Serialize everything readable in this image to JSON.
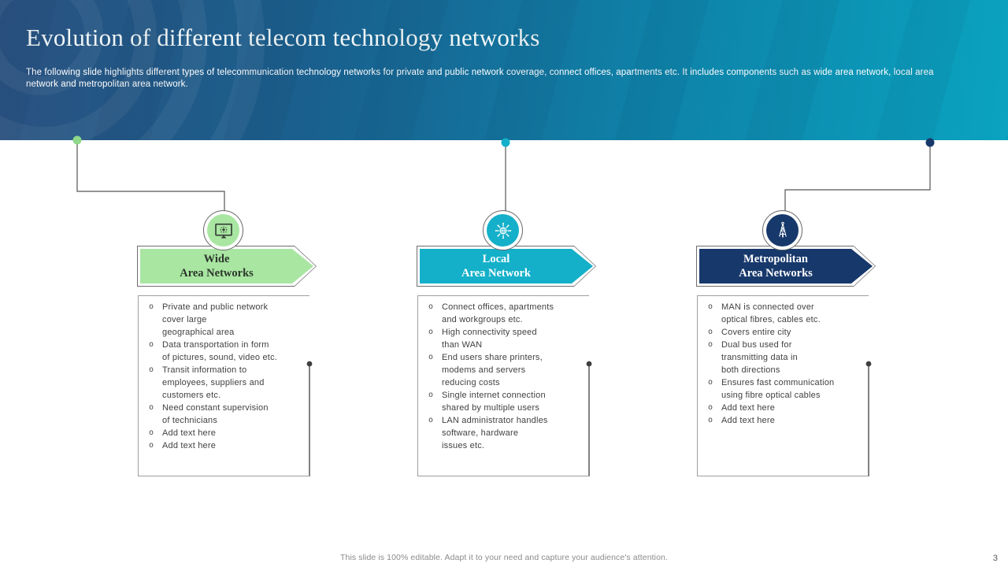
{
  "slide": {
    "title": "Evolution of different telecom technology networks",
    "subtitle": "The following slide highlights different types of telecommunication technology networks for private and public network coverage, connect offices, apartments etc. It includes components such as wide area network, local area network and metropolitan area network.",
    "footer": "This slide is 100% editable. Adapt it to your need and capture your audience's attention.",
    "page_number": "3"
  },
  "bullet_char": "o",
  "colors": {
    "header_gradient_left": "#2a5180",
    "header_gradient_right": "#0aa3c0",
    "wan_fill": "#a9e6a2",
    "wan_dot": "#8fd98a",
    "lan_fill": "#14b0c9",
    "man_fill": "#17386b",
    "connector_line": "#555555",
    "side_connector": "#3f3f3f",
    "list_border": "#9e9e9e",
    "body_text": "#414141",
    "banner_text_dark": "#2b362b",
    "banner_text_light": "#ffffff"
  },
  "columns": [
    {
      "id": "wide-area-networks",
      "icon": "monitor-network-icon",
      "title_line1": "Wide",
      "title_line2": "Area Networks",
      "items": [
        "Private and public network\ncover large\ngeographical area",
        "Data transportation in form\nof pictures, sound, video etc.",
        "Transit information to\nemployees, suppliers and\ncustomers etc.",
        "Need constant supervision\nof technicians",
        "Add text here",
        "Add text here"
      ]
    },
    {
      "id": "local-area-network",
      "icon": "globe-hub-icon",
      "title_line1": "Local",
      "title_line2": "Area Network",
      "items": [
        "Connect offices, apartments\nand workgroups etc.",
        "High connectivity speed\nthan WAN",
        "End users share printers,\nmodems and servers\nreducing costs",
        "Single internet connection\nshared by multiple users",
        "LAN administrator handles\nsoftware, hardware\nissues etc."
      ]
    },
    {
      "id": "metropolitan-area-networks",
      "icon": "antenna-tower-icon",
      "title_line1": "Metropolitan",
      "title_line2": "Area Networks",
      "items": [
        "MAN is connected over\noptical fibres, cables etc.",
        "Covers entire city",
        "Dual bus used for\ntransmitting data in\nboth directions",
        "Ensures fast communication\nusing fibre optical cables",
        "Add text here",
        "Add text here"
      ]
    }
  ]
}
